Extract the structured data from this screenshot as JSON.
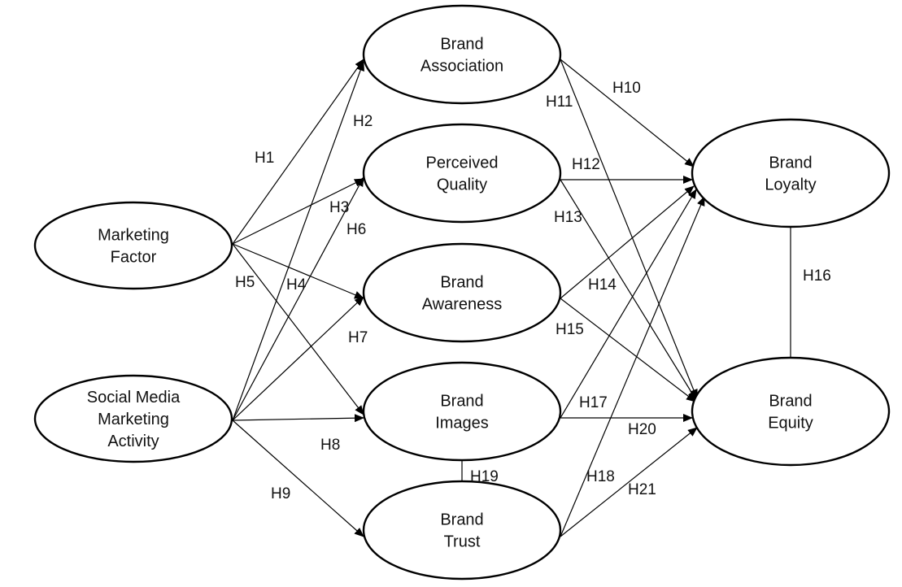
{
  "nodes": [
    {
      "id": "marketing-factor",
      "lines": [
        "Marketing",
        "Factor"
      ]
    },
    {
      "id": "social-media-marketing-activity",
      "lines": [
        "Social Media",
        "Marketing",
        "Activity"
      ]
    },
    {
      "id": "brand-association",
      "lines": [
        "Brand",
        "Association"
      ]
    },
    {
      "id": "perceived-quality",
      "lines": [
        "Perceived",
        "Quality"
      ]
    },
    {
      "id": "brand-awareness",
      "lines": [
        "Brand",
        "Awareness"
      ]
    },
    {
      "id": "brand-images",
      "lines": [
        "Brand",
        "Images"
      ]
    },
    {
      "id": "brand-trust",
      "lines": [
        "Brand",
        "Trust"
      ]
    },
    {
      "id": "brand-loyalty",
      "lines": [
        "Brand",
        "Loyalty"
      ]
    },
    {
      "id": "brand-equity",
      "lines": [
        "Brand",
        "Equity"
      ]
    }
  ],
  "edges": [
    {
      "label": "H1",
      "from": "marketing-factor",
      "to": "brand-association"
    },
    {
      "label": "H2",
      "from": "social-media-marketing-activity",
      "to": "brand-association"
    },
    {
      "label": "H3",
      "from": "marketing-factor",
      "to": "perceived-quality"
    },
    {
      "label": "H4",
      "from": "marketing-factor",
      "to": "brand-awareness"
    },
    {
      "label": "H5",
      "from": "marketing-factor",
      "to": "brand-images"
    },
    {
      "label": "H6",
      "from": "social-media-marketing-activity",
      "to": "perceived-quality"
    },
    {
      "label": "H7",
      "from": "social-media-marketing-activity",
      "to": "brand-awareness"
    },
    {
      "label": "H8",
      "from": "social-media-marketing-activity",
      "to": "brand-images"
    },
    {
      "label": "H9",
      "from": "social-media-marketing-activity",
      "to": "brand-trust"
    },
    {
      "label": "H10",
      "from": "brand-association",
      "to": "brand-loyalty"
    },
    {
      "label": "H11",
      "from": "brand-association",
      "to": "brand-equity"
    },
    {
      "label": "H12",
      "from": "perceived-quality",
      "to": "brand-loyalty"
    },
    {
      "label": "H13",
      "from": "perceived-quality",
      "to": "brand-equity"
    },
    {
      "label": "H14",
      "from": "brand-awareness",
      "to": "brand-loyalty"
    },
    {
      "label": "H15",
      "from": "brand-awareness",
      "to": "brand-equity"
    },
    {
      "label": "H16",
      "from": "brand-loyalty",
      "to": "brand-equity"
    },
    {
      "label": "H17",
      "from": "brand-images",
      "to": "brand-loyalty"
    },
    {
      "label": "H18",
      "from": "brand-trust",
      "to": "brand-loyalty"
    },
    {
      "label": "H19",
      "from": "brand-images",
      "to": "brand-trust"
    },
    {
      "label": "H20",
      "from": "brand-images",
      "to": "brand-equity"
    },
    {
      "label": "H21",
      "from": "brand-trust",
      "to": "brand-equity"
    }
  ]
}
